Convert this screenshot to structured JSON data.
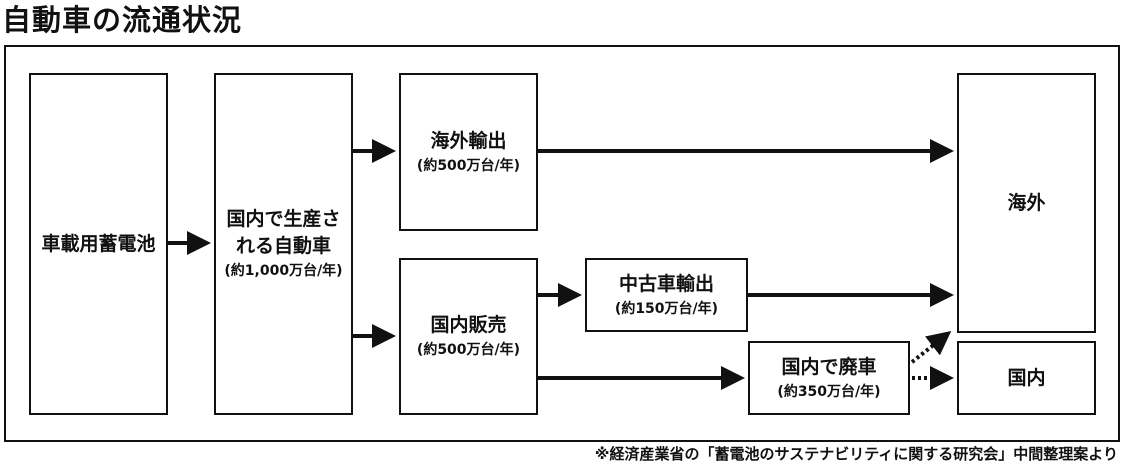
{
  "title": "自動車の流通状況",
  "footnote": "※経済産業省の「蓄電池のサステナビリティに関する研究会」中間整理案より",
  "nodes": {
    "battery": {
      "label": "車載用蓄電池"
    },
    "production": {
      "label": "国内で生産される自動車",
      "sub": "(約1,000万台/年)"
    },
    "export": {
      "label": "海外輸出",
      "sub": "(約500万台/年)"
    },
    "domestic_sales": {
      "label": "国内販売",
      "sub": "(約500万台/年)"
    },
    "used_export": {
      "label": "中古車輸出",
      "sub": "(約150万台/年)"
    },
    "scrap": {
      "label": "国内で廃車",
      "sub": "(約350万台/年)"
    },
    "overseas": {
      "label": "海外"
    },
    "domestic": {
      "label": "国内"
    }
  },
  "colors": {
    "ink": "#111111",
    "background": "#ffffff"
  }
}
